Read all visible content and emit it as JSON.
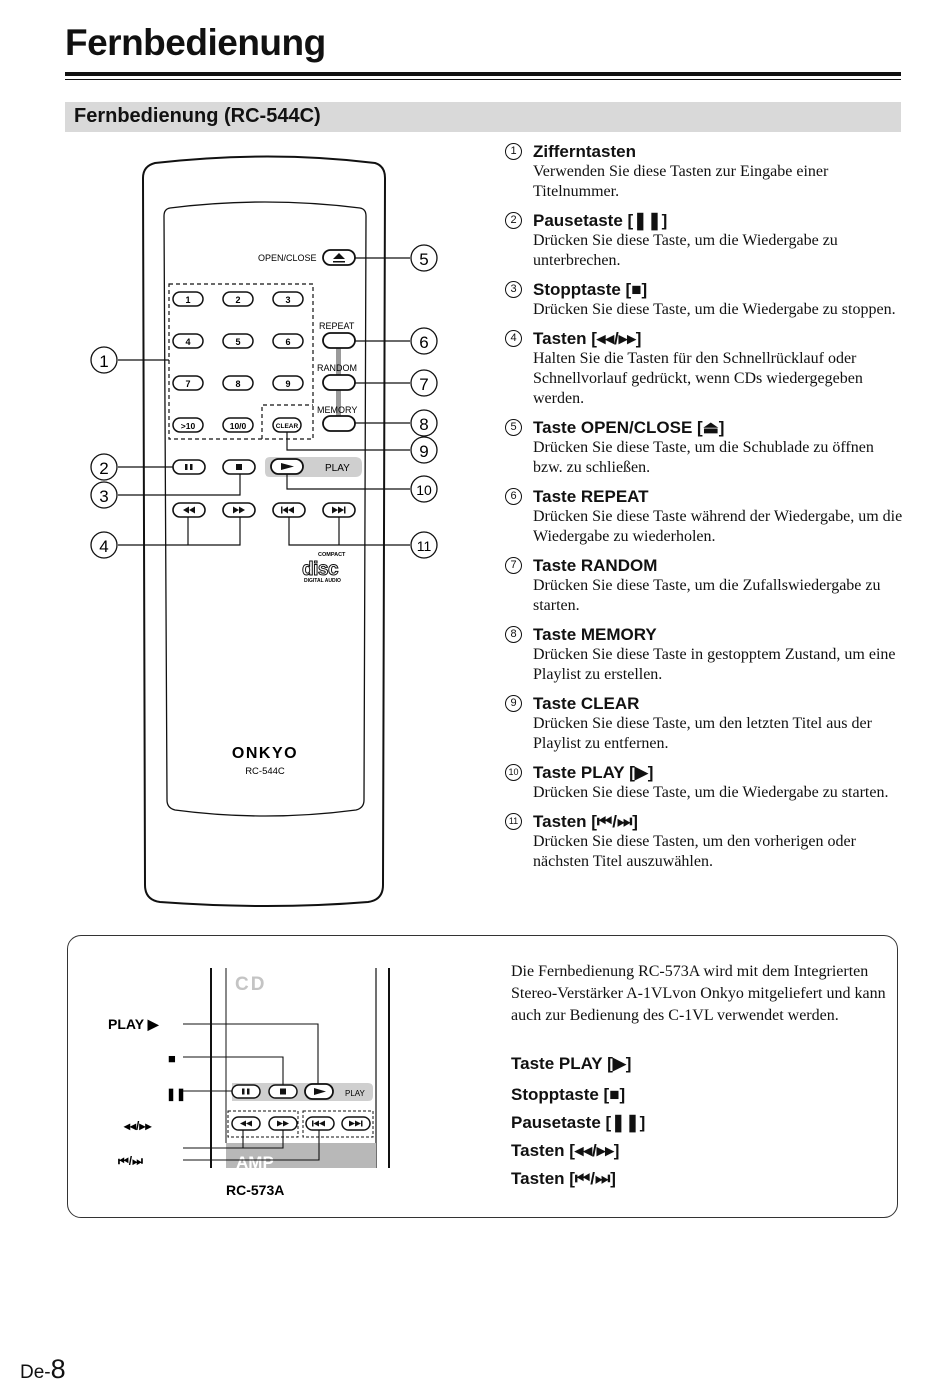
{
  "page": {
    "title": "Fernbedienung",
    "section_title": "Fernbedienung (RC-544C)",
    "page_prefix": "De-",
    "page_number": "8"
  },
  "remote_main": {
    "open_close_label": "OPEN/CLOSE",
    "repeat_label": "REPEAT",
    "random_label": "RANDOM",
    "memory_label": "MEMORY",
    "play_label": "PLAY",
    "clear_label": "CLEAR",
    "digit_keys": [
      "1",
      "2",
      "3",
      "4",
      "5",
      "6",
      "7",
      "8",
      "9",
      ">10",
      "10/0"
    ],
    "brand": "ONKYO",
    "model": "RC-544C",
    "disc_logo_top": "COMPACT",
    "disc_logo_main": "disc",
    "disc_logo_bottom": "DIGITAL AUDIO",
    "callouts": [
      "1",
      "2",
      "3",
      "4",
      "5",
      "6",
      "7",
      "8",
      "9",
      "10",
      "11"
    ]
  },
  "items": [
    {
      "num": "1",
      "title": "Zifferntasten",
      "text": "Verwenden Sie diese Tasten zur Eingabe einer Titelnummer."
    },
    {
      "num": "2",
      "title": "Pausetaste [❚❚]",
      "text": "Drücken Sie diese Taste, um die Wiedergabe zu unterbrechen."
    },
    {
      "num": "3",
      "title": "Stopptaste [■]",
      "text": "Drücken Sie diese Taste, um die Wiedergabe zu stoppen."
    },
    {
      "num": "4",
      "title": "Tasten [◂◂/▸▸]",
      "text": "Halten Sie die Tasten für den Schnellrücklauf oder Schnellvorlauf gedrückt, wenn CDs wiedergegeben werden."
    },
    {
      "num": "5",
      "title": "Taste OPEN/CLOSE [⏏]",
      "text": "Drücken Sie diese Taste, um die Schublade zu öffnen bzw. zu schließen."
    },
    {
      "num": "6",
      "title": "Taste REPEAT",
      "text": "Drücken Sie diese Taste während der Wiedergabe, um die Wiedergabe zu wiederholen."
    },
    {
      "num": "7",
      "title": "Taste RANDOM",
      "text": "Drücken Sie diese Taste, um die Zufallswiedergabe zu starten."
    },
    {
      "num": "8",
      "title": "Taste MEMORY",
      "text": "Drücken Sie diese Taste in gestopptem Zustand, um eine Playlist zu erstellen."
    },
    {
      "num": "9",
      "title": "Taste CLEAR",
      "text": "Drücken Sie diese Taste, um den letzten Titel aus der Playlist zu entfernen."
    },
    {
      "num": "10",
      "title": "Taste PLAY [▶]",
      "text": "Drücken Sie diese Taste, um die Wiedergabe zu starten."
    },
    {
      "num": "11",
      "title": "Tasten [⏮/⏭]",
      "text": "Drücken Sie diese Tasten, um den vorherigen oder nächsten Titel auszuwählen."
    }
  ],
  "rc573": {
    "cd_label": "CD",
    "amp_label": "AMP",
    "play_label": "PLAY",
    "model": "RC-573A",
    "left_labels": [
      "PLAY ▶",
      "■",
      "❚❚",
      "◂◂/▸▸",
      "⏮/⏭"
    ],
    "description": "Die Fernbedienung RC-573A wird mit dem Integrierten Stereo-Verstärker A-1VLvon Onkyo mitgeliefert und kann auch zur Bedienung des C-1VL verwendet werden.",
    "key_list": [
      "Taste PLAY [▶]",
      "Stopptaste [■]",
      "Pausetaste [❚❚]",
      "Tasten [◂◂/▸▸]",
      "Tasten [⏮/⏭]"
    ]
  }
}
